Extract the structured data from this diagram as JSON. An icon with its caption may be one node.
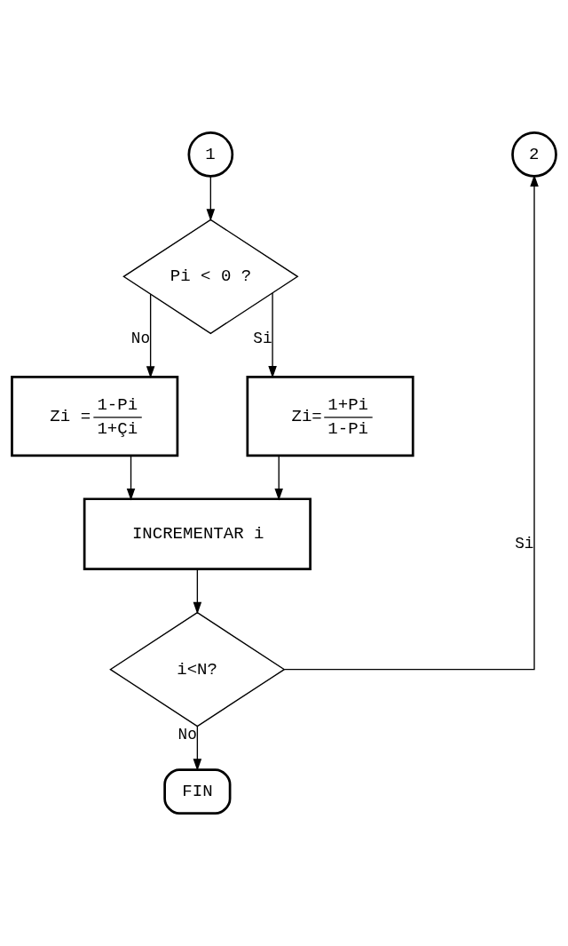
{
  "diagram": {
    "nodes": [
      {
        "text": [
          "1"
        ]
      },
      {
        "text": [
          "2"
        ]
      },
      {
        "text": [
          "Pi < 0 ?"
        ]
      },
      {
        "text": [
          "Zi =",
          "1-Pi",
          "1+Çi"
        ]
      },
      {
        "text": [
          "Zi=",
          "1+Pi",
          "1-Pi"
        ]
      },
      {
        "text": [
          "INCREMENTAR i"
        ]
      },
      {
        "text": [
          "i<N?"
        ]
      },
      {
        "text": [
          "FIN"
        ]
      }
    ],
    "edges": [
      {
        "from": 0,
        "to": 2,
        "arrow": "to"
      },
      {
        "from": 2,
        "to": 3,
        "arrow": "to",
        "label": "No"
      },
      {
        "from": 2,
        "to": 4,
        "arrow": "to",
        "label": "Si"
      },
      {
        "from": 3,
        "to": 5,
        "arrow": "to"
      },
      {
        "from": 4,
        "to": 5,
        "arrow": "to"
      },
      {
        "from": 5,
        "to": 6,
        "arrow": "to"
      },
      {
        "from": 6,
        "to": 7,
        "arrow": "to",
        "label": "No"
      },
      {
        "from": 6,
        "to": 1,
        "arrow": "to",
        "label": "Si"
      }
    ]
  }
}
